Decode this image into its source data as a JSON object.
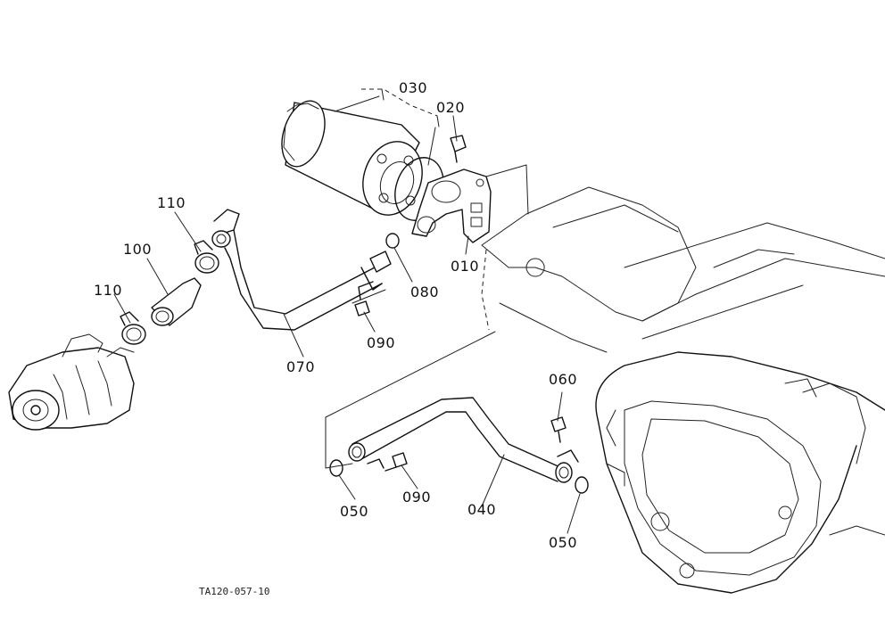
{
  "labels": {
    "p010": "010",
    "p020": "020",
    "p030": "030",
    "p040": "040",
    "p050a": "050",
    "p050b": "050",
    "p060": "060",
    "p070": "070",
    "p080": "080",
    "p090a": "090",
    "p090b": "090",
    "p100": "100",
    "p110a": "110",
    "p110b": "110"
  },
  "reference_code": "TA120-057-10"
}
